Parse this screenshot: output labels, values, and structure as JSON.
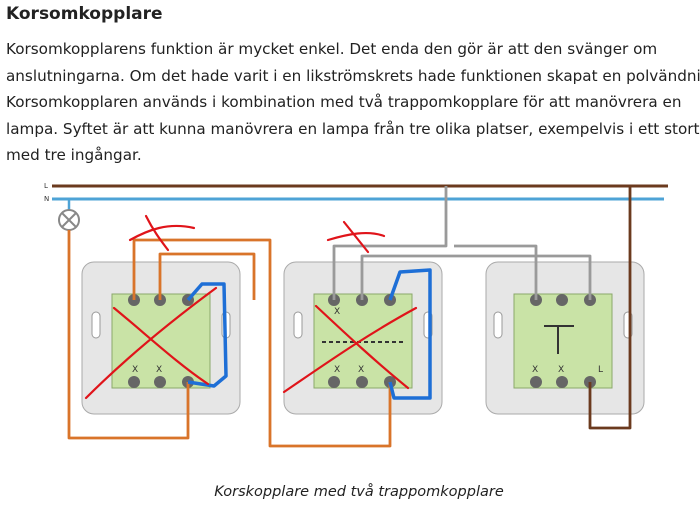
{
  "article": {
    "title": "Korsomkopplare",
    "paragraph_lines": [
      "Korsomkopplarens funktion är mycket enkel. Det enda den gör är att den svänger om",
      "anslutningarna. Om det hade varit i en likströmskrets hade funktionen skapat  en polvändning.",
      "Korsomkopplaren används i kombination med två trappomkopplare för att manövrera en",
      "lampa. Syftet är att kunna manövrera en lampa från tre olika platser, exempelvis i ett stort rum",
      "med tre ingångar."
    ],
    "caption": "Korskopplare med två trappomkopplare"
  },
  "diagram": {
    "line_labels": [
      "L",
      "N"
    ],
    "terminal_mark": "X",
    "switch_label": "L",
    "colors": {
      "live": "#6b3a1e",
      "neutral": "#4ea3d6",
      "orange": "#d9742a",
      "grey": "#9a9a9a",
      "blue": "#1e6fd6",
      "cross": "#e0141a",
      "plate": "#e6e6e6",
      "insert": "#c9e3a6",
      "screw": "#666666"
    }
  }
}
